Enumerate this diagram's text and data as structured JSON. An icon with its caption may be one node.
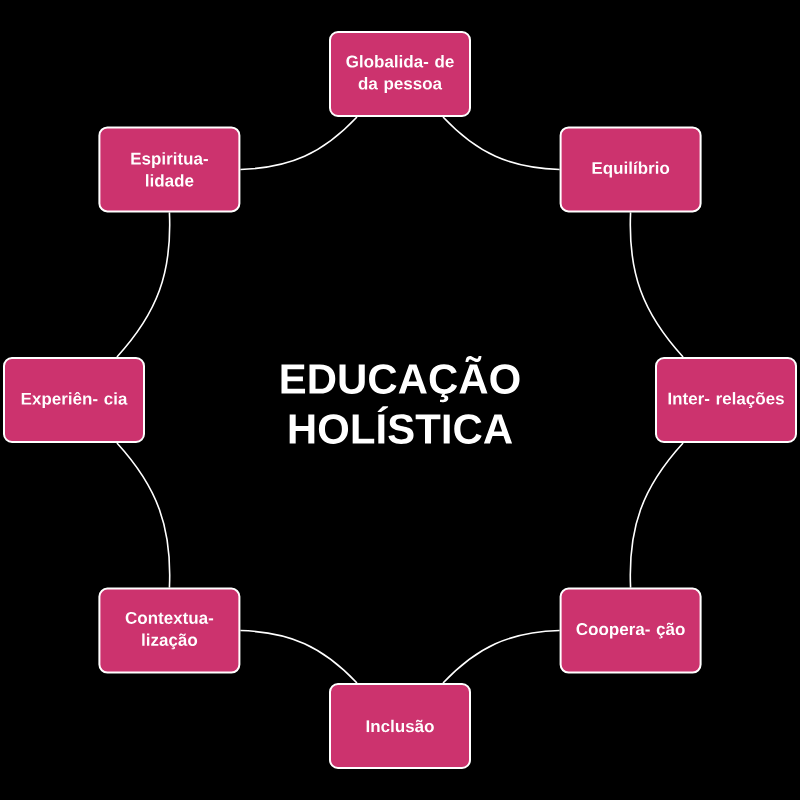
{
  "diagram": {
    "title": "EDUCAÇÃO HOLÍSTICA",
    "nodes": [
      {
        "text": [
          "Globalida- de da pessoa"
        ]
      },
      {
        "text": [
          "Equilíbrio"
        ]
      },
      {
        "text": [
          "Inter- relações"
        ]
      },
      {
        "text": [
          "Coopera- ção"
        ]
      },
      {
        "text": [
          "Inclusão"
        ]
      },
      {
        "text": [
          "Contextua- lização"
        ]
      },
      {
        "text": [
          "Experiên- cia"
        ]
      },
      {
        "text": [
          "Espiritua- lidade"
        ]
      }
    ],
    "edges": [
      {
        "from": 0,
        "to": 1,
        "arrow": "none"
      },
      {
        "from": 1,
        "to": 2,
        "arrow": "none"
      },
      {
        "from": 2,
        "to": 3,
        "arrow": "none"
      },
      {
        "from": 3,
        "to": 4,
        "arrow": "none"
      },
      {
        "from": 4,
        "to": 5,
        "arrow": "none"
      },
      {
        "from": 5,
        "to": 6,
        "arrow": "none"
      },
      {
        "from": 6,
        "to": 7,
        "arrow": "none"
      },
      {
        "from": 7,
        "to": 0,
        "arrow": "none"
      }
    ]
  }
}
